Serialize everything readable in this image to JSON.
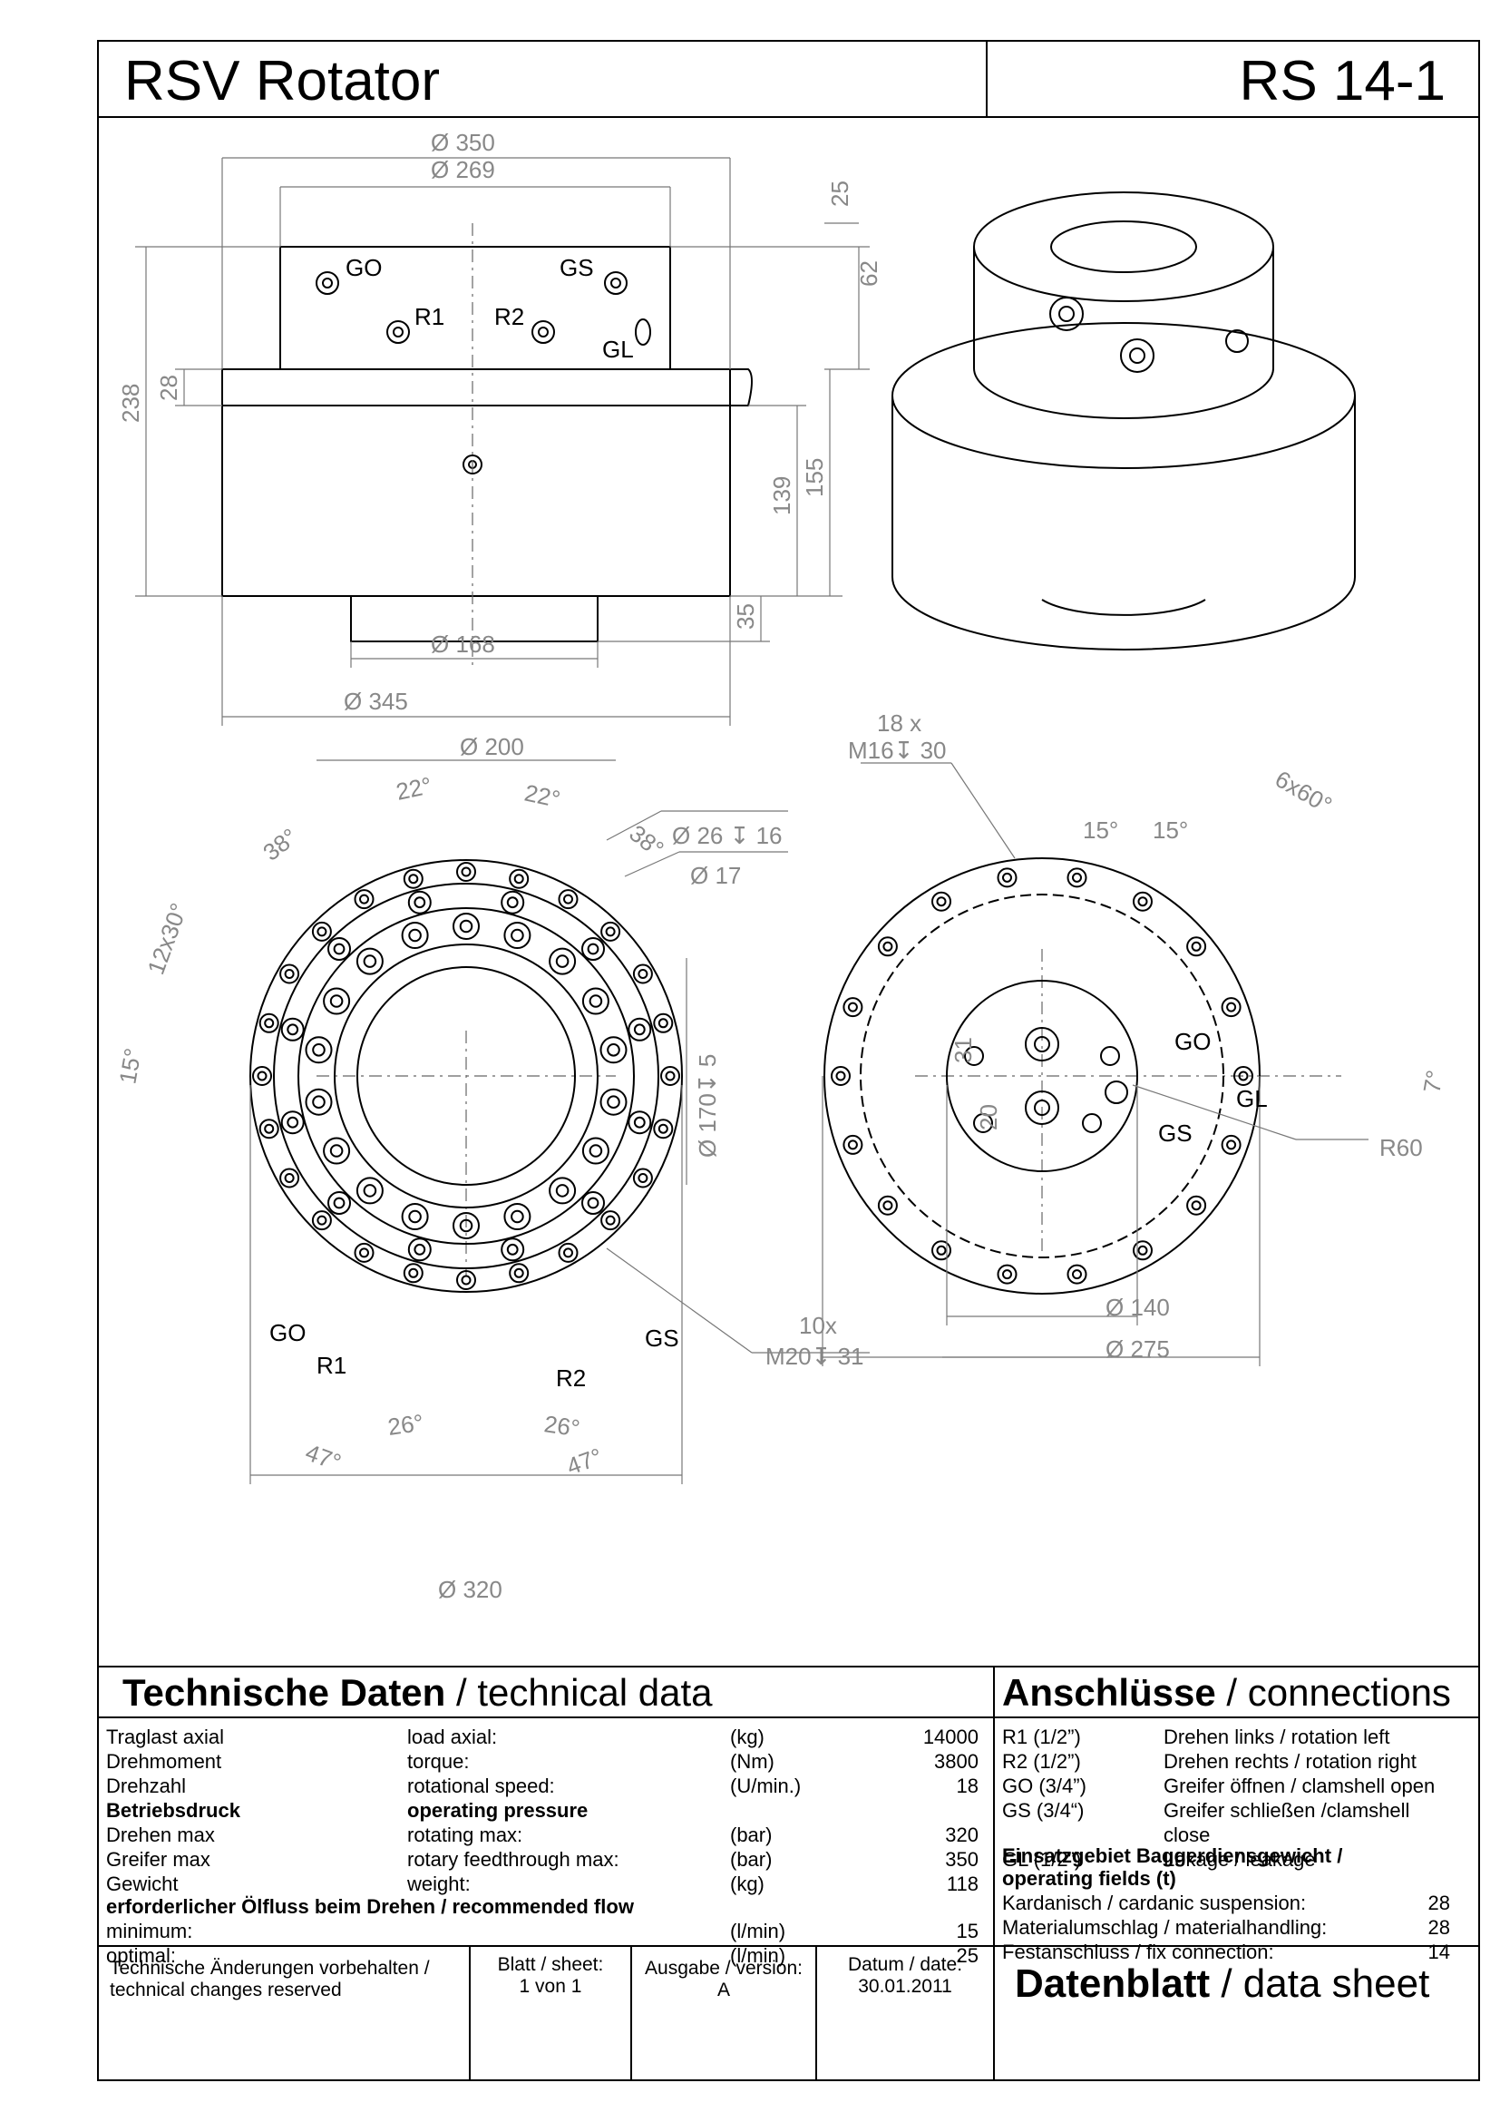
{
  "header": {
    "title": "RSV Rotator",
    "model": "RS 14-1"
  },
  "dimensions": {
    "d350": "Ø 350",
    "d269": "Ø 269",
    "d168": "Ø 168",
    "d345": "Ø 345",
    "h25": "25",
    "h62": "62",
    "h238": "238",
    "h28": "28",
    "h139": "139",
    "h155": "155",
    "h35": "35",
    "d200": "Ø 200",
    "a22a": "22°",
    "a22b": "22°",
    "a38a": "38°",
    "a38b": "38°",
    "a12x30": "12x30°",
    "a15": "15°",
    "d26": "Ø 26 ↧ 16",
    "d17": "Ø 17",
    "d170": "Ø 170↧ 5",
    "a26a": "26°",
    "a26b": "26°",
    "a47a": "47°",
    "a47b": "47°",
    "m20_count": "10x",
    "m20": "M20↧ 31",
    "d320": "Ø 320",
    "m16_count": "18 x",
    "m16": "M16↧ 30",
    "a15c": "15°",
    "a15d": "15°",
    "a6x60": "6x60°",
    "h31": "31",
    "h20": "20",
    "a7": "7°",
    "r60": "R60",
    "d140": "Ø 140",
    "d275": "Ø 275"
  },
  "ports": {
    "GO": "GO",
    "GS": "GS",
    "R1": "R1",
    "R2": "R2",
    "GL": "GL"
  },
  "technical": {
    "heading_bold": "Technische Daten",
    "heading_rest": " / technical data",
    "rows": [
      {
        "de": "Traglast axial",
        "en": "load axial:",
        "unit": "(kg)",
        "value": "14000"
      },
      {
        "de": "Drehmoment",
        "en": "torque:",
        "unit": "(Nm)",
        "value": "3800"
      },
      {
        "de": "Drehzahl",
        "en": "rotational speed:",
        "unit": "(U/min.)",
        "value": "18"
      },
      {
        "de": "Betriebsdruck",
        "en": "operating pressure",
        "unit": "",
        "value": ""
      },
      {
        "de": "Drehen max",
        "en": "rotating max:",
        "unit": "(bar)",
        "value": "320"
      },
      {
        "de": "Greifer max",
        "en": "rotary feedthrough max:",
        "unit": "(bar)",
        "value": "350"
      },
      {
        "de": "Gewicht",
        "en": "weight:",
        "unit": "(kg)",
        "value": "118"
      }
    ],
    "flow_heading": "erforderlicher Ölfluss beim Drehen / recommended flow",
    "flow_rows": [
      {
        "label": "minimum:",
        "unit": "(l/min)",
        "value": "15"
      },
      {
        "label": "optimal:",
        "unit": "(l/min)",
        "value": "25"
      }
    ]
  },
  "connections": {
    "heading_bold": "Anschlüsse",
    "heading_rest": " / connections",
    "rows": [
      {
        "port": "R1  (1/2”)",
        "desc": "Drehen links / rotation left"
      },
      {
        "port": "R2  (1/2”)",
        "desc": "Drehen rechts / rotation right"
      },
      {
        "port": "GO  (3/4”)",
        "desc": "Greifer öffnen / clamshell open"
      },
      {
        "port": "GS  (3/4“)",
        "desc": "Greifer schließen /clamshell"
      },
      {
        "port": "",
        "desc": "close"
      },
      {
        "port": "GL   (1/2”)",
        "desc": "Lekage / leakage"
      }
    ],
    "ops_heading_1": "Einsatzgebiet Baggerdiensgewicht /",
    "ops_heading_2": "operating fields (t)",
    "ops_rows": [
      {
        "label": "Kardanisch / cardanic suspension:",
        "value": "28"
      },
      {
        "label": "Materialumschlag / materialhandling:",
        "value": "28"
      },
      {
        "label": "Festanschluss / fix connection:",
        "value": "14"
      }
    ]
  },
  "footer": {
    "changes_1": "Technische Änderungen vorbehalten /",
    "changes_2": "technical changes reserved",
    "sheet_label": "Blatt / sheet:",
    "sheet_value": "1 von 1",
    "version_label": "Ausgabe / version:",
    "version_value": "A",
    "date_label": "Datum / date:",
    "date_value": "30.01.2011",
    "ds_bold": "Datenblatt",
    "ds_rest": " / data sheet"
  }
}
